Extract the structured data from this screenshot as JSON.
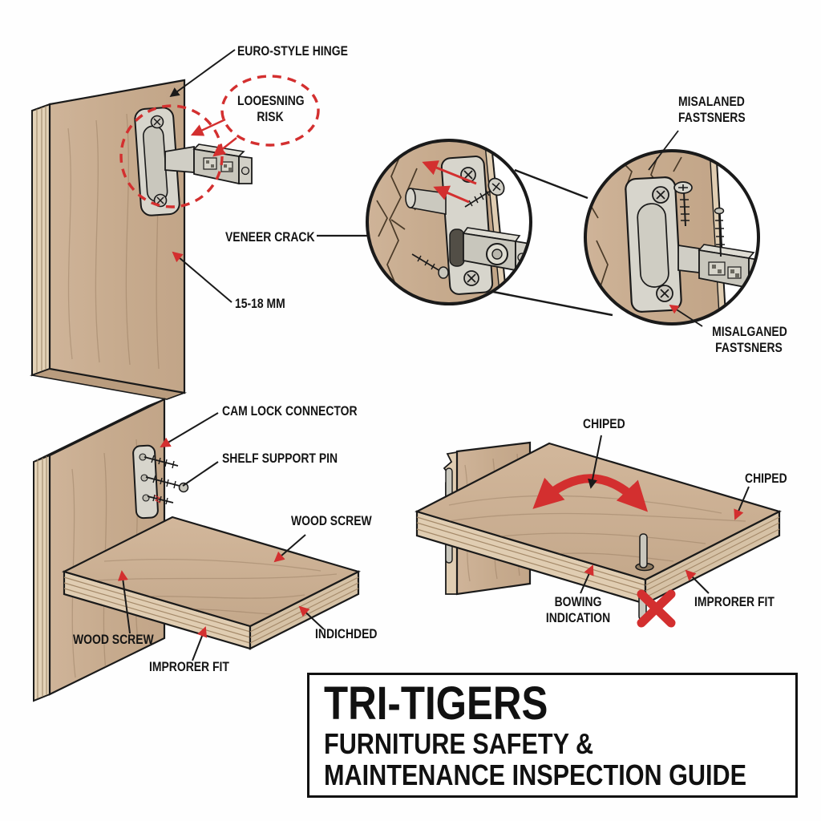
{
  "figure": {
    "kind": "furniture-inspection-diagram"
  },
  "top_left": {
    "euro_style_hinge": "EURO-STYLE HINGE",
    "loosening_risk": "LOOESNING RISK",
    "veneer_crack": "VENEER CRACK",
    "panel_thickness": "15-18 MM"
  },
  "magnified_views": {
    "misaligned_fasteners_top": "MISALANED FASTSNERS",
    "misaligned_fasteners_bottom": "MISALGANED FASTSNERS"
  },
  "bottom_left": {
    "cam_lock_connector": "CAM LOCK CONNECTOR",
    "shelf_support_pin": "SHELF SUPPORT PIN",
    "wood_screw_upper": "WOOD SCREW",
    "wood_screw_lower": "WOOD SCREW",
    "improper_fit": "IMPRORER FIT",
    "indented": "INDICHDED"
  },
  "bottom_right": {
    "chipped_top": "CHIPED",
    "chipped_right": "CHIPED",
    "bowing_indication": "BOWING INDICATION",
    "improper_fit": "IMPRORER FIT"
  },
  "title_block": {
    "brand": "TRI-TIGERS",
    "subtitle_line1": "FURNITURE SAFETY &",
    "subtitle_line2": "MAINTENANCE INSPECTION GUIDE"
  },
  "colors": {
    "wood": "#c9ae93",
    "wood_edge": "#e0cdb2",
    "metal": "#d6d4cb",
    "accent_red": "#d32f2f",
    "ink": "#1a1a1a"
  }
}
